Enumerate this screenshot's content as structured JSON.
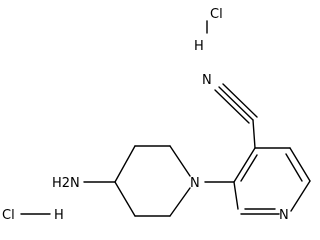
{
  "diagram": {
    "type": "chemical-structure",
    "labels": {
      "cl_top": "Cl",
      "h_top": "H",
      "n_nitrile": "N",
      "h2n": "H2N",
      "n_piperidine": "N",
      "n_pyridine": "N",
      "cl_bottom": "Cl",
      "h_bottom": "H"
    }
  }
}
